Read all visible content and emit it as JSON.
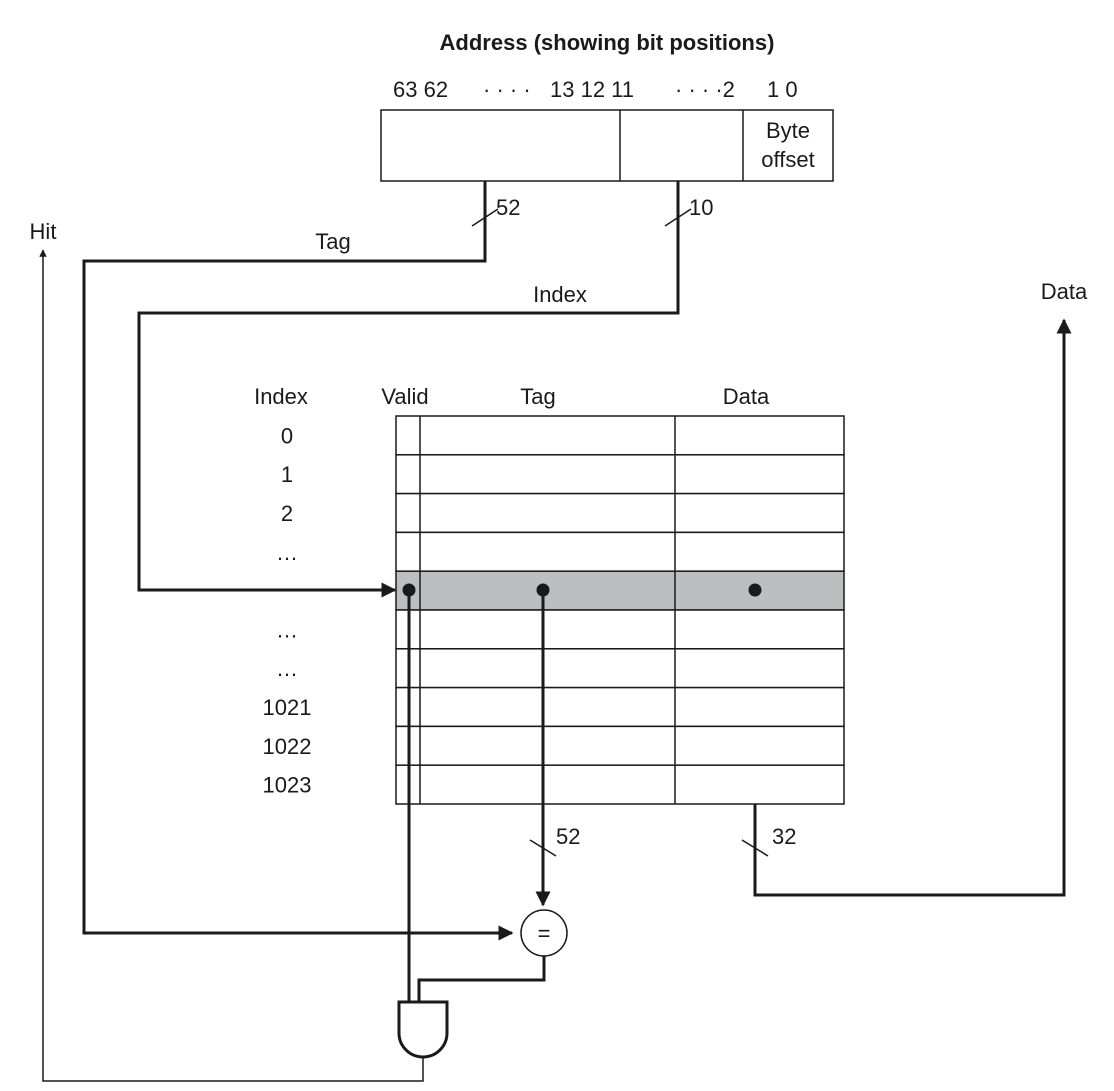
{
  "title": "Address (showing bit positions)",
  "address": {
    "bits_left": "63 62",
    "dots_1": "· · · ·",
    "bits_mid": "13 12 11",
    "dots_2": "· · · ·2",
    "bits_right": "1 0",
    "byte_offset_line1": "Byte",
    "byte_offset_line2": "offset"
  },
  "widths": {
    "tag": "52",
    "index": "10",
    "tag_out": "52",
    "data_out": "32"
  },
  "signals": {
    "hit": "Hit",
    "tag": "Tag",
    "index": "Index",
    "data": "Data"
  },
  "cache": {
    "headers": {
      "index": "Index",
      "valid": "Valid",
      "tag": "Tag",
      "data": "Data"
    },
    "row_labels": [
      "0",
      "1",
      "2",
      "…",
      "",
      "…",
      "…",
      "1021",
      "1022",
      "1023"
    ],
    "selected_row": 4,
    "highlight_color": "#bcbec0"
  },
  "comparator": {
    "symbol": "="
  }
}
